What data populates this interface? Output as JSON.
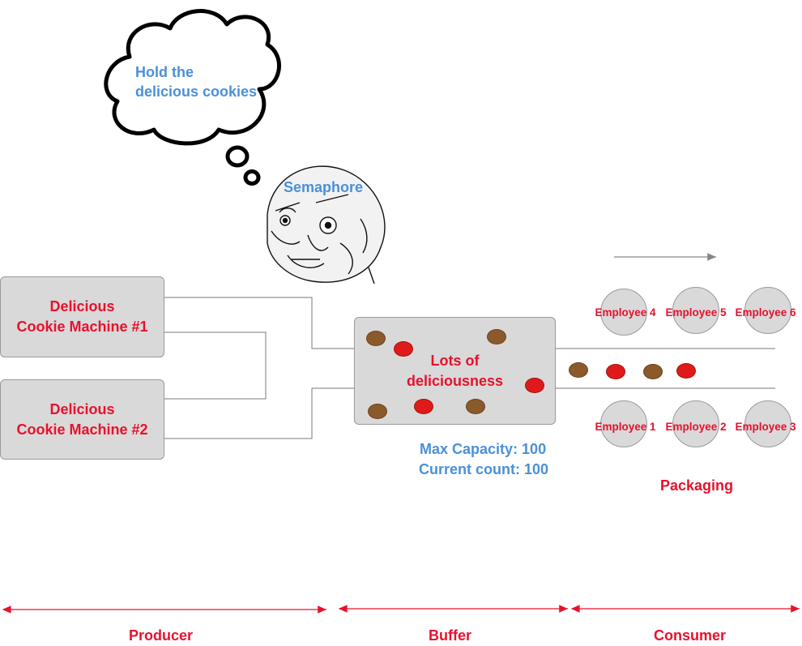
{
  "thought": {
    "text": "Hold the\ndelicious cookies"
  },
  "semaphore_label": "Semaphore",
  "machines": [
    {
      "label": "Delicious\nCookie Machine #1"
    },
    {
      "label": "Delicious\nCookie Machine #2"
    }
  ],
  "buffer": {
    "label": "Lots of\ndeliciousness",
    "max_capacity": "Max Capacity: 100",
    "current_count": "Current count: 100"
  },
  "employees": {
    "e1": "Employee 1",
    "e2": "Employee 2",
    "e3": "Employee 3",
    "e4": "Employee 4",
    "e5": "Employee 5",
    "e6": "Employee 6"
  },
  "packaging_label": "Packaging",
  "sections": {
    "producer": "Producer",
    "buffer": "Buffer",
    "consumer": "Consumer"
  },
  "colors": {
    "accent_red": "#e8112d",
    "accent_blue": "#4a90d9",
    "box_fill": "#d9d9d9",
    "cookie_brown": "#8b5a2b",
    "cookie_red": "#e01a1a"
  }
}
